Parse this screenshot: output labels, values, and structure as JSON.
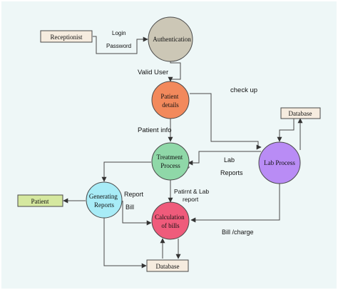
{
  "nodes": {
    "receptionist": "Receptionist",
    "authentication": "Authentication",
    "patient_details": [
      "Patient",
      "details"
    ],
    "treatment_process": [
      "Treatment",
      "Process"
    ],
    "lab_process": "Lab Process",
    "generating_reports": [
      "Generating",
      "Reports"
    ],
    "calculation_of_bills": [
      "Calculation",
      "of bills"
    ],
    "patient": "Patient",
    "database_top": "Database",
    "database_bottom": "Database"
  },
  "edge_labels": {
    "login": "Login",
    "password": "Password",
    "valid_user": "Valid User",
    "check_up": "check up",
    "patient_info": "Patient info",
    "lab": "Lab",
    "reports": "Reports",
    "report": "Report",
    "bill": "Bill",
    "patient_lab_report": [
      "Patirnt & Lab",
      "report"
    ],
    "bill_charge": "Bill /charge"
  },
  "colors": {
    "background": "#eef7f7",
    "rect_tan": "#f6ecdf",
    "rect_green": "#d5e89f",
    "authentication": "#ccc7b6",
    "patient_details": "#f2895c",
    "treatment_process": "#8fd8a8",
    "lab_process": "#b98cf5",
    "generating_reports": "#a8ecf7",
    "calculation_of_bills": "#ef5b7b",
    "stroke": "#4a4a4a"
  }
}
